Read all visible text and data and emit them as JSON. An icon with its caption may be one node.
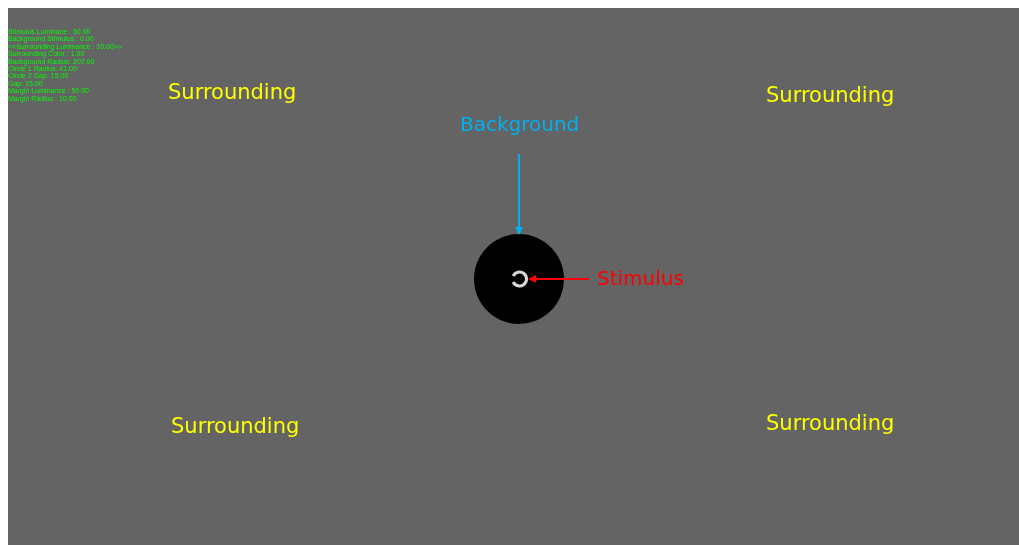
{
  "diagram": {
    "nodes": [
      {
        "text": [
          "Background"
        ]
      },
      {
        "text": [
          "Stimulus"
        ]
      },
      {
        "text": [],
        "shape": "circle"
      },
      {
        "text": [],
        "shape": "circle",
        "in": 2
      }
    ],
    "edges": [
      {
        "from": 0,
        "to": 2,
        "arrow": "to",
        "color": "#00b0f0"
      },
      {
        "from": 1,
        "to": 3,
        "arrow": "to",
        "color": "#ff0000"
      }
    ],
    "labels": [
      "Stimulus Luminace : 50.00",
      "Background Stimulus : 0.00",
      "<<Surrounding Luminance : 10.00>>",
      "Surrounding Color : 1.00",
      "Background Radius: 207.00",
      "Circle 1 Radius: 41.00",
      "Circle 2 Gap: 15.00",
      "Gap: 15.00",
      "Margin Luminance : 50.00",
      "Margin Radius : 10.00",
      "Surrounding",
      "Surrounding",
      "Surrounding",
      "Surrounding"
    ]
  }
}
